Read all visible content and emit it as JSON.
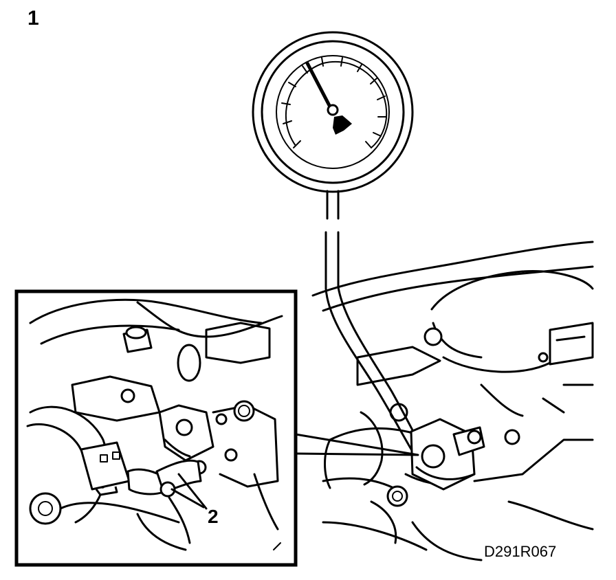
{
  "figure": {
    "step_number": "1",
    "callout_number": "2",
    "figure_code": "D291R067"
  },
  "icons": {
    "gauge": "pressure-gauge-icon",
    "hose": "gauge-hose-icon",
    "valve": "test-valve-icon"
  },
  "colors": {
    "ink": "#000000",
    "paper": "#ffffff"
  }
}
